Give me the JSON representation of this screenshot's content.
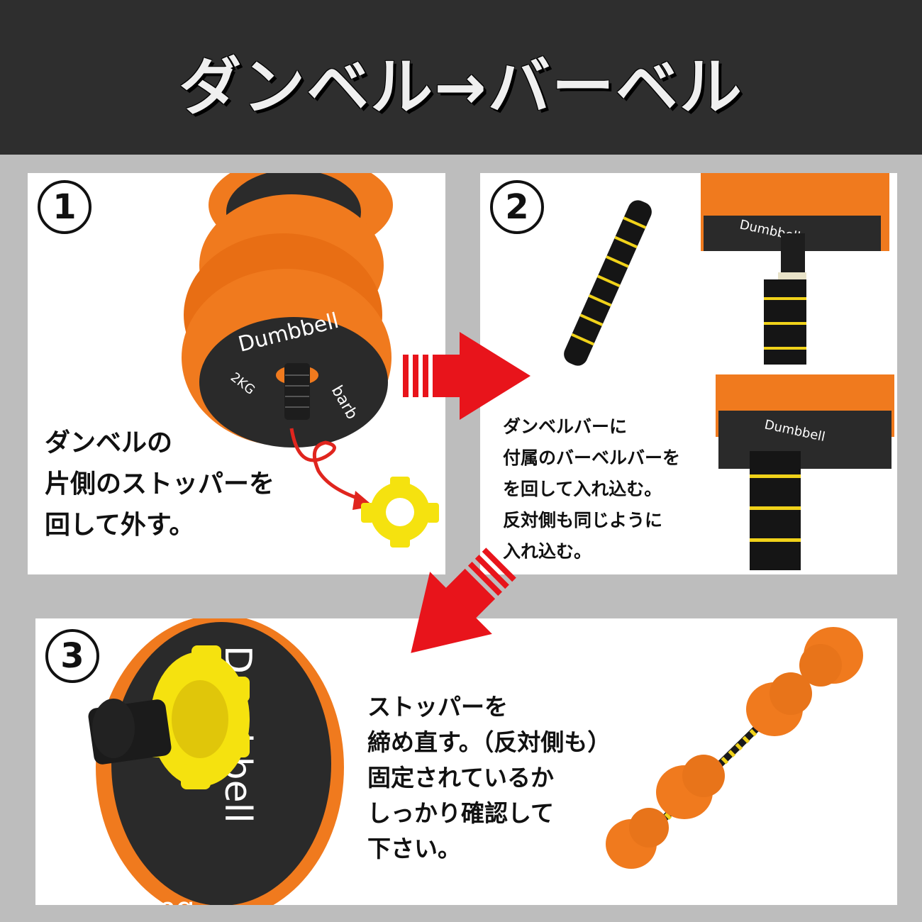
{
  "header": {
    "title": "ダンベル→バーベル"
  },
  "steps": [
    {
      "number": "1",
      "text": "ダンベルの\n片側のストッパーを\n回して外す。",
      "plate_brand": "Dumbbell",
      "plate_sub": "barb",
      "plate_weight": "2KG"
    },
    {
      "number": "2",
      "text": "ダンベルバーに\n付属のバーベルバーを\nを回して入れ込む。\n反対側も同じように\n入れ込む。",
      "plate_brand": "Dumbbell"
    },
    {
      "number": "3",
      "text": "ストッパーを\n締め直す。（反対側も）\n固定されているか\nしっかり確認して\n下さい。",
      "plate_brand": "Dumbbell",
      "plate_sub": "barbell"
    }
  ],
  "colors": {
    "header_bg": "#2e2e2e",
    "arrow": "#e8141b",
    "plate": "#f07a1e",
    "stopper": "#f5e20f",
    "grip_stripe": "#f0d21a"
  }
}
